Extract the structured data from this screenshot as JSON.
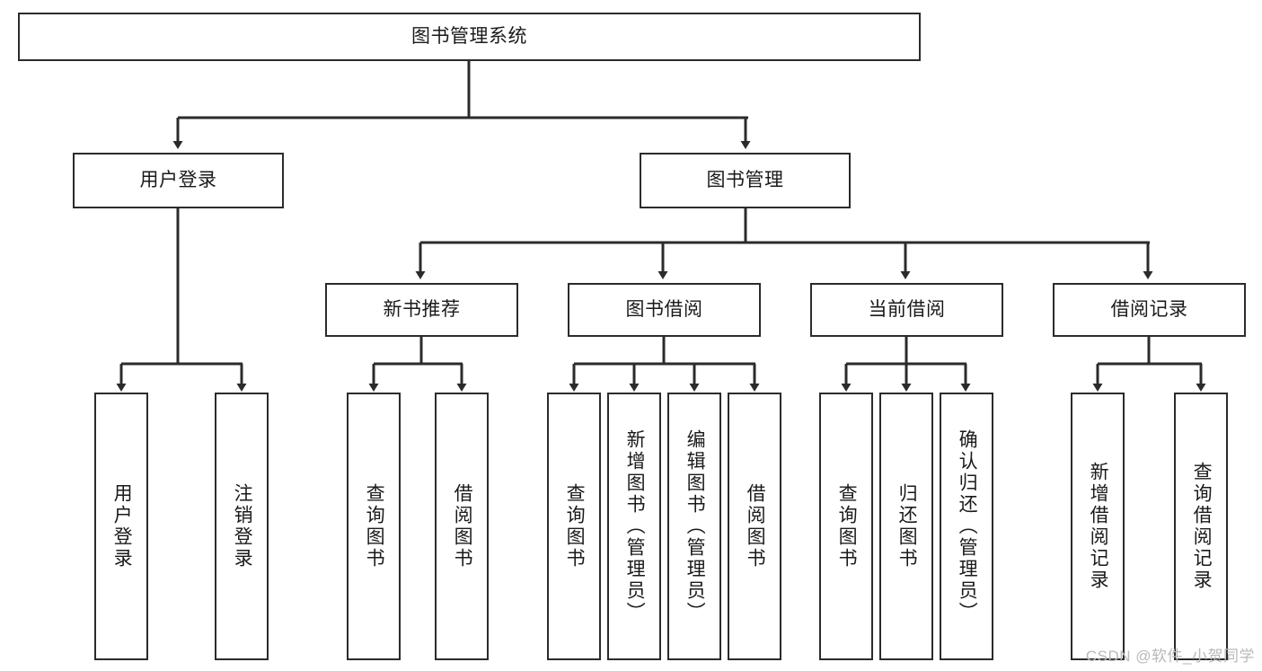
{
  "diagram": {
    "type": "tree-hierarchy",
    "title": "图书管理系统",
    "colors": {
      "box_border": "#2b2b2b",
      "box_fill": "#ffffff",
      "connector": "#2b2b2b",
      "text": "#1a1a1a",
      "watermark": "#b9b9b9"
    },
    "nodes": {
      "root": {
        "label": "图书管理系统"
      },
      "level2": [
        {
          "id": "user-login",
          "label": "用户登录"
        },
        {
          "id": "book-manage",
          "label": "图书管理"
        }
      ],
      "level3": [
        {
          "id": "new-book-recommend",
          "label": "新书推荐"
        },
        {
          "id": "book-borrow",
          "label": "图书借阅"
        },
        {
          "id": "current-borrow",
          "label": "当前借阅"
        },
        {
          "id": "borrow-record",
          "label": "借阅记录"
        }
      ],
      "leaves": {
        "user-login": [
          {
            "id": "leaf-user-login",
            "label": "用户登录"
          },
          {
            "id": "leaf-logout-login",
            "label": "注销登录"
          }
        ],
        "new-book-recommend": [
          {
            "id": "leaf-query-book-1",
            "label": "查询图书"
          },
          {
            "id": "leaf-borrow-book-1",
            "label": "借阅图书"
          }
        ],
        "book-borrow": [
          {
            "id": "leaf-query-book-2",
            "label": "查询图书"
          },
          {
            "id": "leaf-add-book",
            "label": "新增图书（管理员）"
          },
          {
            "id": "leaf-edit-book",
            "label": "编辑图书（管理员）"
          },
          {
            "id": "leaf-borrow-book-2",
            "label": "借阅图书"
          }
        ],
        "current-borrow": [
          {
            "id": "leaf-query-book-3",
            "label": "查询图书"
          },
          {
            "id": "leaf-return-book",
            "label": "归还图书"
          },
          {
            "id": "leaf-confirm-return",
            "label": "确认归还（管理员）"
          }
        ],
        "borrow-record": [
          {
            "id": "leaf-add-record",
            "label": "新增借阅记录"
          },
          {
            "id": "leaf-query-record",
            "label": "查询借阅记录"
          }
        ]
      }
    },
    "watermark": "CSDN @软件_小贺同学"
  }
}
